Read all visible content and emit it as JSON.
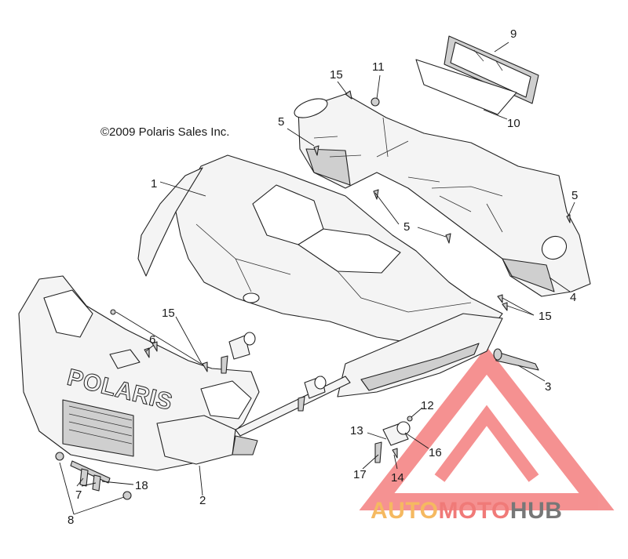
{
  "copyright": "©2009 Polaris Sales Inc.",
  "brand_text": "POLARIS",
  "watermark": {
    "part1": "AUTO",
    "part2": "MOTO",
    "part3": "HUB",
    "color_orange": "#f5b961",
    "color_red": "#f07a78",
    "color_gray": "#777777",
    "triangle_color": "#f26d6d"
  },
  "callouts": {
    "c1": "1",
    "c2": "2",
    "c3": "3",
    "c4": "4",
    "c5a": "5",
    "c5b": "5",
    "c5c": "5",
    "c6": "6",
    "c7": "7",
    "c8": "8",
    "c9": "9",
    "c10": "10",
    "c11": "11",
    "c12": "12",
    "c13": "13",
    "c14": "14",
    "c15a": "15",
    "c15b": "15",
    "c15c": "15",
    "c16": "16",
    "c17": "17",
    "c18": "18"
  }
}
